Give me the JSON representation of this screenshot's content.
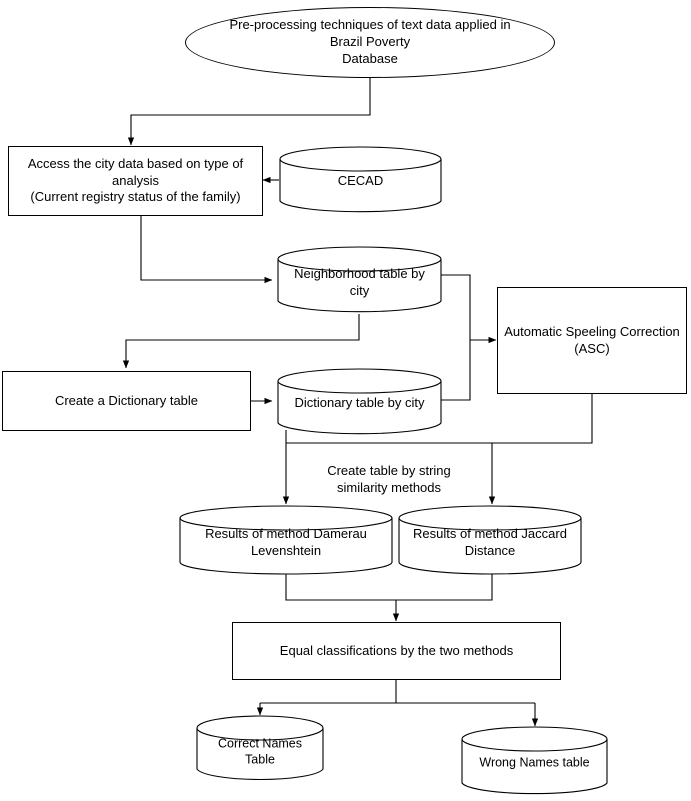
{
  "diagram": {
    "title": "Pre-processing techniques of text data applied in Brazil Poverty Database",
    "stroke_color": "#000000",
    "background_color": "#ffffff",
    "text_color": "#000000"
  },
  "nodes": {
    "start": {
      "shape": "ellipse",
      "label": "Pre-processing techniques of text data applied in Brazil Poverty\nDatabase"
    },
    "access_city_data": {
      "shape": "process",
      "label": "Access the city data based on type of\nanalysis\n(Current registry status of the family)"
    },
    "cecad": {
      "shape": "database",
      "label": "CECAD"
    },
    "neighborhood_table": {
      "shape": "database",
      "label": "Neighborhood table by city"
    },
    "asc": {
      "shape": "process",
      "label": "Automatic Speeling Correction\n(ASC)"
    },
    "create_dictionary": {
      "shape": "process",
      "label": "Create a Dictionary table"
    },
    "dictionary_table": {
      "shape": "database",
      "label": "Dictionary table by city"
    },
    "damerau_results": {
      "shape": "database",
      "label": "Results of method Damerau\nLevenshtein"
    },
    "jaccard_results": {
      "shape": "database",
      "label": "Results of method Jaccard\nDistance"
    },
    "equal_classifications": {
      "shape": "process",
      "label": "Equal classifications by the two methods"
    },
    "correct_names": {
      "shape": "database",
      "label": "Correct Names Table"
    },
    "wrong_names": {
      "shape": "database",
      "label": "Wrong Names table"
    }
  },
  "edge_labels": {
    "string_similarity": "Create table by string\nsimilarity methods"
  }
}
